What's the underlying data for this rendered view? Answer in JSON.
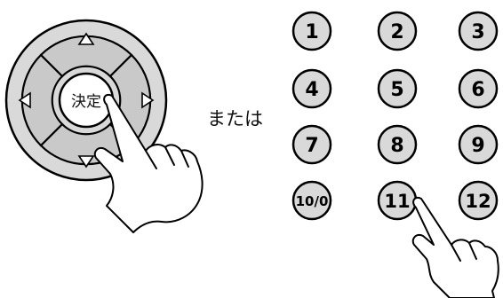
{
  "dpad": {
    "center_label": "決定",
    "arrows": [
      "up",
      "down",
      "left",
      "right"
    ],
    "icon": "dpad-remote-icon"
  },
  "connector_label": "または",
  "keypad": {
    "keys": [
      "1",
      "2",
      "3",
      "4",
      "5",
      "6",
      "7",
      "8",
      "9",
      "10/0",
      "11",
      "12"
    ],
    "pressed_key": "11"
  },
  "hand_icon": "pointing-hand-icon",
  "colors": {
    "key_fill": "#d9d9d9",
    "ring_fill": "#cfcfcf",
    "outline": "#000000"
  }
}
